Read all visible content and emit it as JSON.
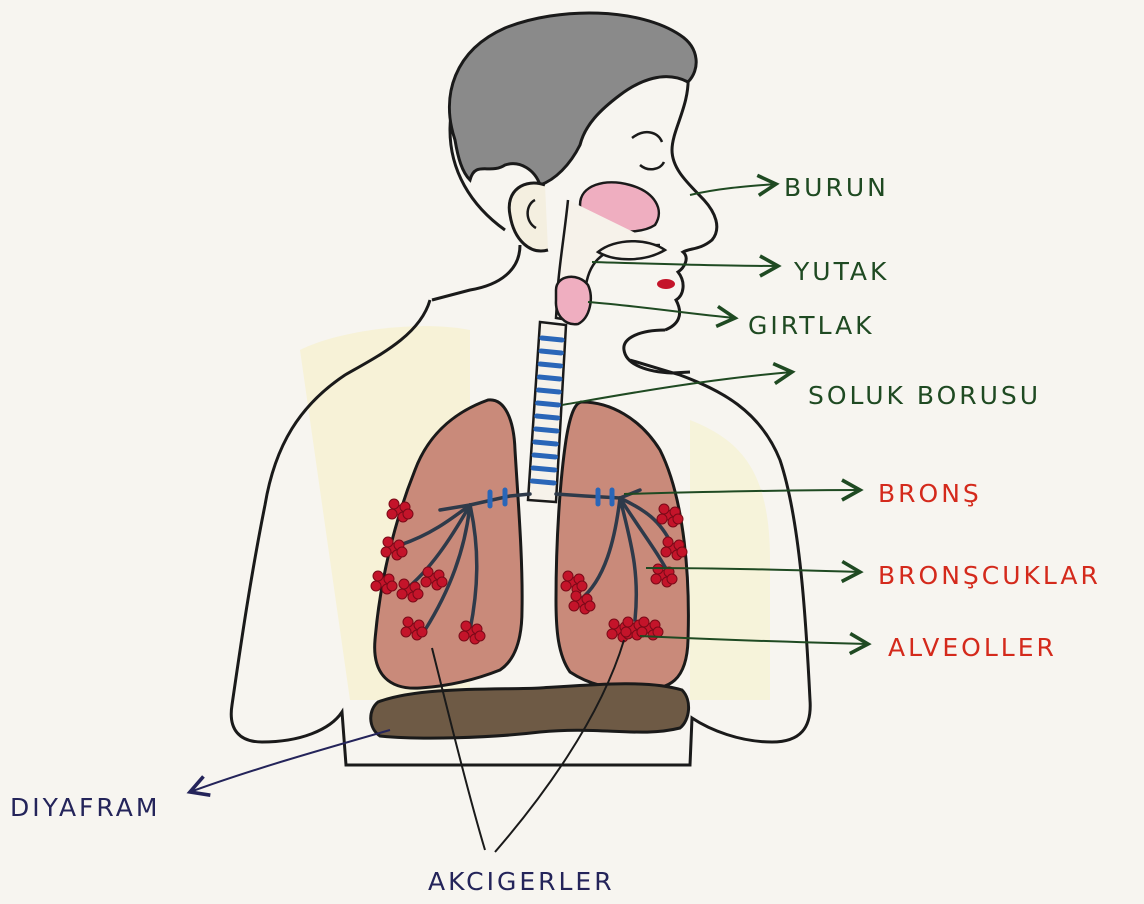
{
  "labels": {
    "burun": "BURUN",
    "yutak": "YUTAK",
    "girtlak": "GIRTLAK",
    "soluk_borusu": "SOLUK BORUSU",
    "brons": "BRONŞ",
    "bronscuklar": "BRONŞCUKLAR",
    "alveoller": "ALVEOLLER",
    "diyafram": "DIYAFRAM",
    "akcigerler": "AKCIGERLER"
  },
  "colors": {
    "paper": "#f7f5f0",
    "outline": "#1a1a1a",
    "hair": "#7d7d7d",
    "label_green": "#1f4a22",
    "label_red": "#d42a1c",
    "label_navy": "#24245a",
    "lung": "#c98a7a",
    "alveoli": "#c4142a",
    "trachea": "#2a66b8",
    "diaphragm": "#6e5a45",
    "pink": "#efaec0"
  }
}
